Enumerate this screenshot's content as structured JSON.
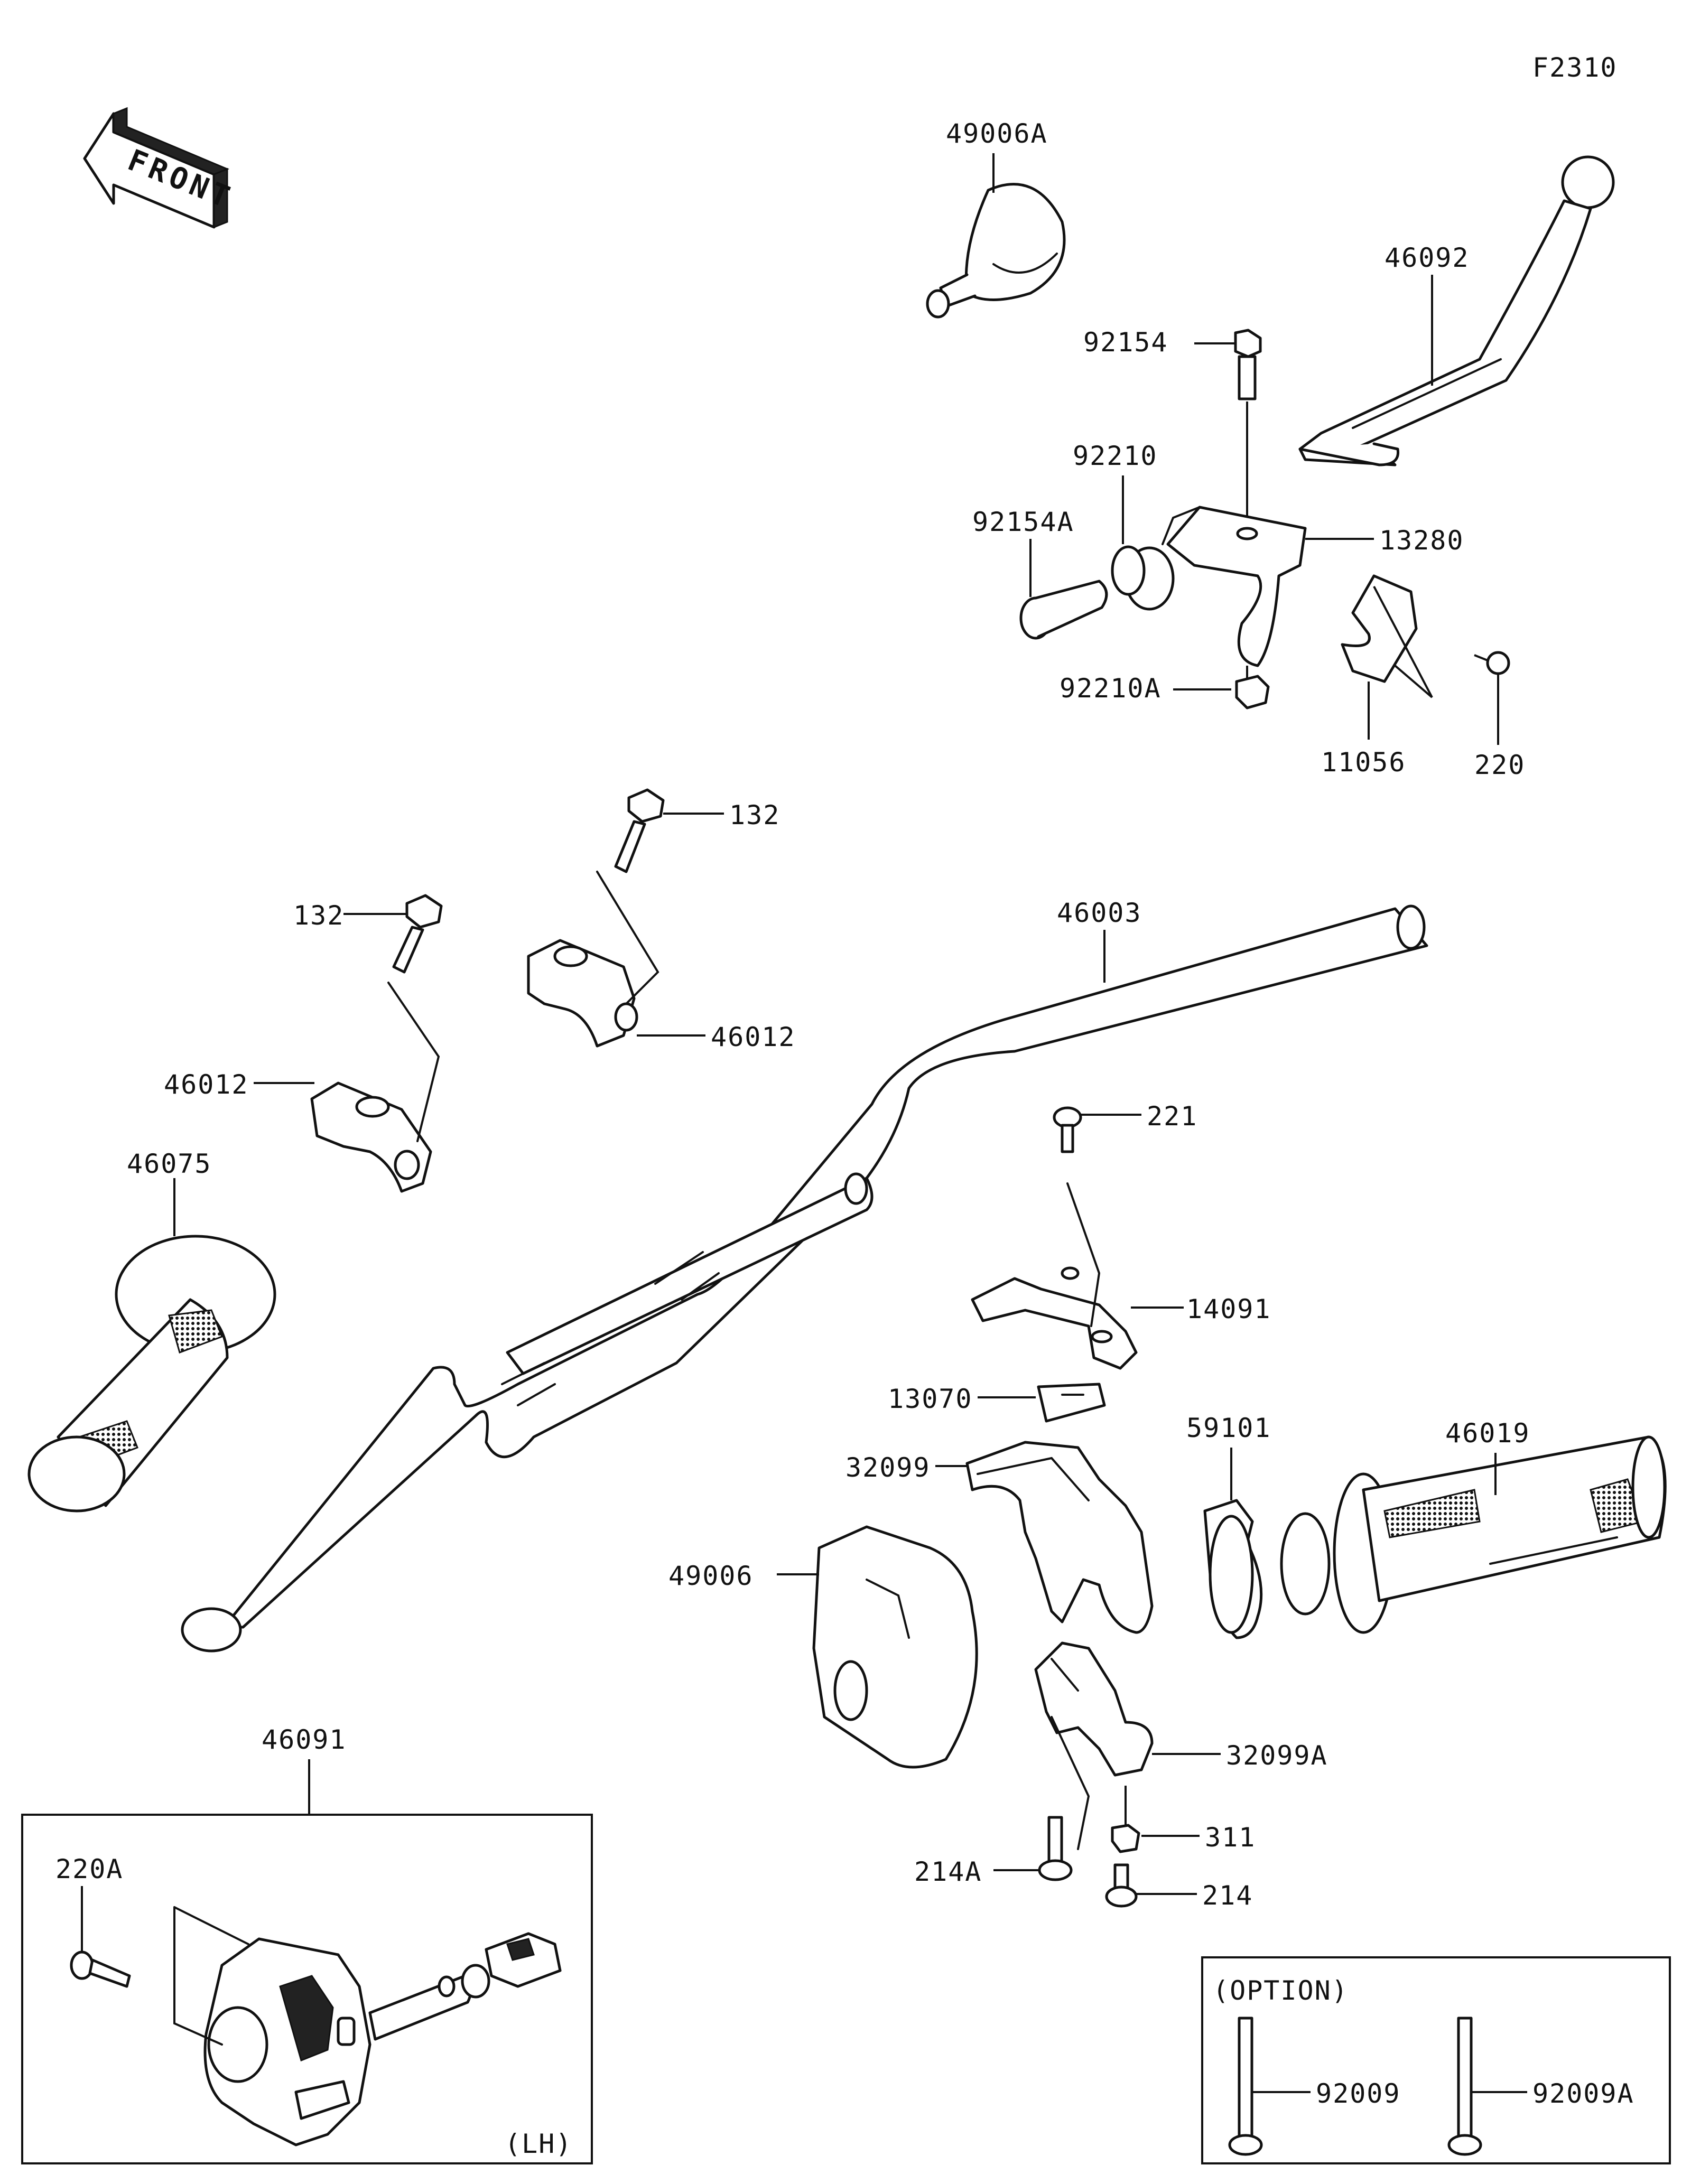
{
  "figure_code": "F2310",
  "front_arrow_label": "FRONT",
  "option_box_label": "(OPTION)",
  "lh_label": "(LH)",
  "colors": {
    "line": "#111111",
    "background": "#ffffff"
  },
  "parts": [
    "49006A",
    "46092",
    "92154",
    "92210",
    "13280",
    "92154A",
    "92210A",
    "11056",
    "220",
    "132",
    "132",
    "46003",
    "46012",
    "46012",
    "221",
    "46075",
    "14091",
    "13070",
    "59101",
    "46019",
    "32099",
    "49006",
    "32099A",
    "311",
    "214A",
    "214",
    "46091",
    "220A",
    "92009",
    "92009A"
  ]
}
